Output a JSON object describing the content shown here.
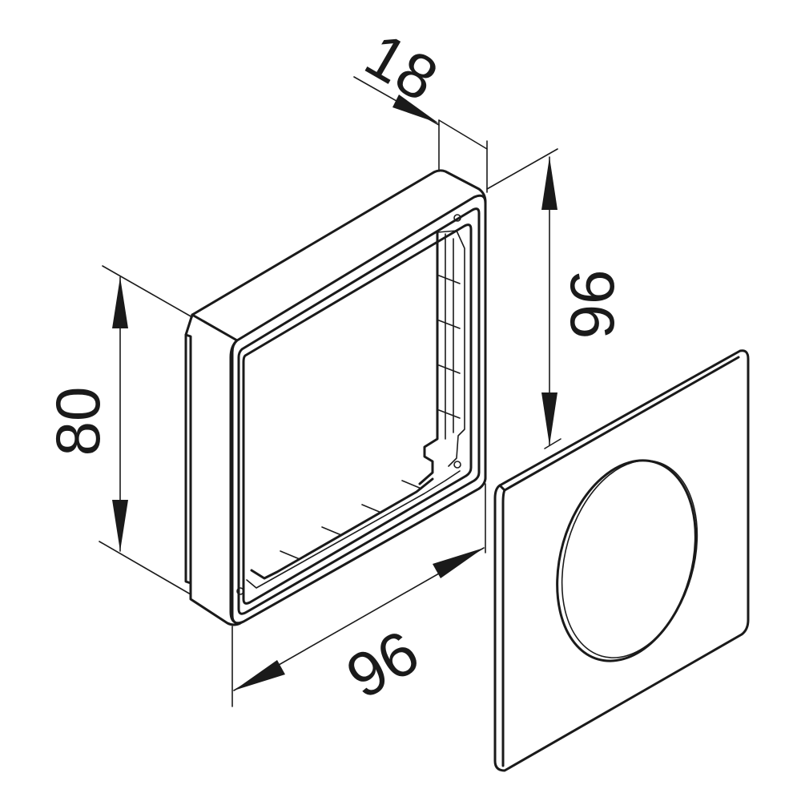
{
  "dimensions": {
    "depth": "18",
    "height_front": "80",
    "width": "96",
    "height_side": "96"
  }
}
